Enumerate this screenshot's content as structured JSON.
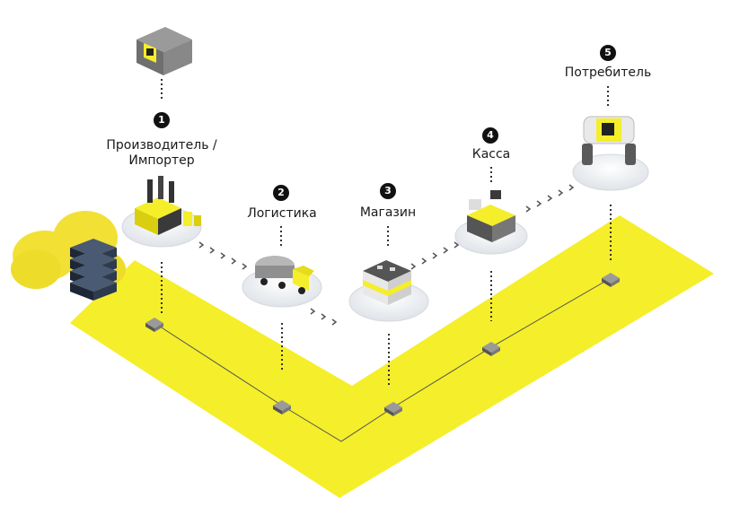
{
  "stages": [
    {
      "number": "1",
      "label_lines": [
        "Производитель /",
        "Импортер"
      ]
    },
    {
      "number": "2",
      "label_lines": [
        "Логистика"
      ]
    },
    {
      "number": "3",
      "label_lines": [
        "Магазин"
      ]
    },
    {
      "number": "4",
      "label_lines": [
        "Касса"
      ]
    },
    {
      "number": "5",
      "label_lines": [
        "Потребитель"
      ]
    }
  ],
  "colors": {
    "accent": "#f5ee2a",
    "cloud": "#f2e035",
    "dark": "#2b2b2b",
    "server": "#2e3a4e",
    "disc": "#e9ecef"
  }
}
